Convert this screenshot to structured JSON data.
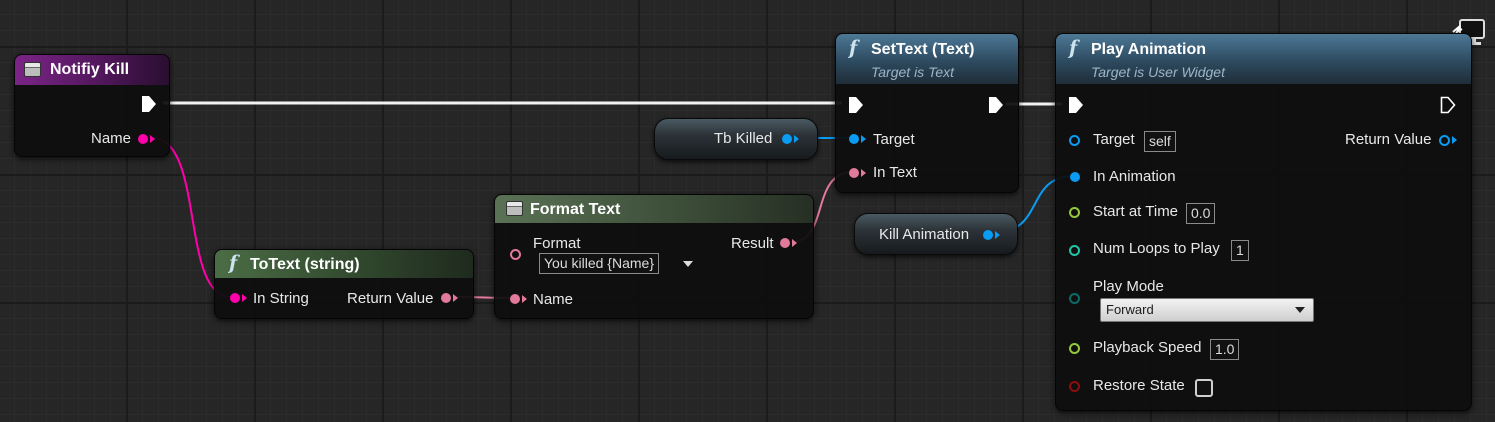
{
  "colors": {
    "exec": "#ffffff",
    "string_pin": "#ff00aa",
    "text_pin": "#e27a9c",
    "object_pin": "#0a9cf2",
    "float_pin": "#96c93a",
    "int_pin": "#21c4a5",
    "enum_pin": "#0a6b67",
    "bool_pin": "#8c0d0d",
    "event_header": "#6a1d73",
    "pure_header": "#3d5c3a",
    "func_header": "#3b5f78"
  },
  "corner_icon": "monitor-icon",
  "nodes": {
    "notify_kill": {
      "title": "Notifiy Kill",
      "icon": "event-icon",
      "out_pin": "Name"
    },
    "to_text": {
      "title": "ToText (string)",
      "icon": "function-icon",
      "in_pin": "In String",
      "out_pin": "Return Value"
    },
    "format_text": {
      "title": "Format Text",
      "icon": "format-icon",
      "format_label": "Format",
      "format_value": "You killed {Name}",
      "result_label": "Result",
      "name_label": "Name"
    },
    "set_text": {
      "title": "SetText (Text)",
      "subtitle": "Target is Text",
      "icon": "function-icon",
      "target_label": "Target",
      "in_text_label": "In Text"
    },
    "tb_killed": {
      "label": "Tb Killed"
    },
    "kill_animation": {
      "label": "Kill Animation"
    },
    "play_animation": {
      "title": "Play Animation",
      "subtitle": "Target is User Widget",
      "icon": "function-icon",
      "target_label": "Target",
      "target_value": "self",
      "return_label": "Return Value",
      "in_animation_label": "In Animation",
      "start_time_label": "Start at Time",
      "start_time_value": "0.0",
      "num_loops_label": "Num Loops to Play",
      "num_loops_value": "1",
      "play_mode_label": "Play Mode",
      "play_mode_value": "Forward",
      "playback_speed_label": "Playback Speed",
      "playback_speed_value": "1.0",
      "restore_state_label": "Restore State",
      "restore_state_checked": false
    }
  }
}
